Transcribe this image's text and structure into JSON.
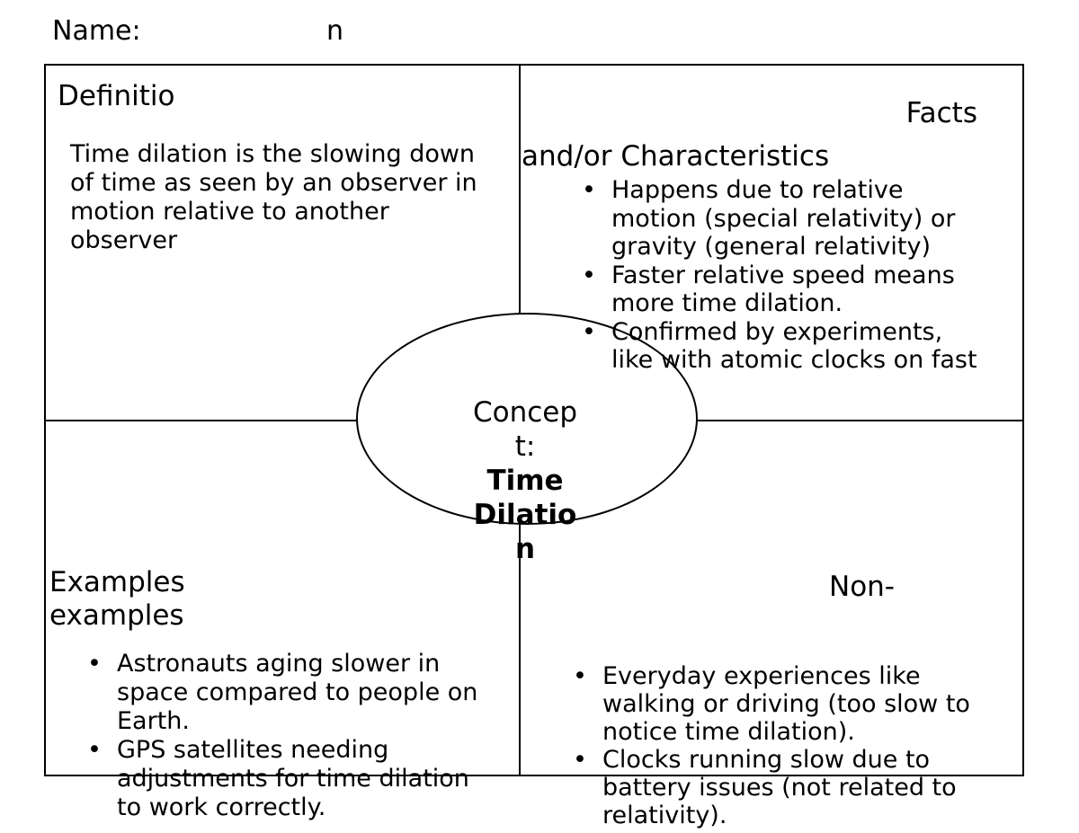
{
  "colors": {
    "ink": "#000000",
    "background": "#ffffff"
  },
  "name_row": {
    "label": "Name:",
    "value": "n"
  },
  "concept": {
    "label_lines": [
      "Concep",
      "t:"
    ],
    "title_lines": [
      "Time",
      "Dilatio",
      "n"
    ]
  },
  "quadrants": {
    "definition": {
      "heading": "Definitio",
      "lines": [
        "Time dilation is the slowing down",
        "of time as seen by an observer in",
        "motion relative to another",
        "observer"
      ]
    },
    "facts": {
      "heading_line1": "Facts",
      "heading_line2": "and/or Characteristics",
      "bullets": [
        [
          "Happens due to relative",
          "motion (special relativity) or",
          "gravity (general relativity)"
        ],
        [
          "Faster relative speed means",
          "more time dilation."
        ],
        [
          "Confirmed by experiments,",
          "like with atomic clocks on fast"
        ]
      ]
    },
    "examples": {
      "heading_lines": [
        "Examples",
        "examples"
      ],
      "bullets": [
        [
          "Astronauts aging slower in",
          "space compared to people on",
          "Earth."
        ],
        [
          "GPS satellites needing",
          "adjustments for time dilation",
          "to work correctly."
        ]
      ]
    },
    "non_examples": {
      "heading": "Non-",
      "bullets": [
        [
          "Everyday experiences like",
          "walking or driving (too slow to",
          "notice time dilation)."
        ],
        [
          "Clocks running slow due to",
          "battery issues (not related to",
          "relativity)."
        ]
      ]
    }
  }
}
